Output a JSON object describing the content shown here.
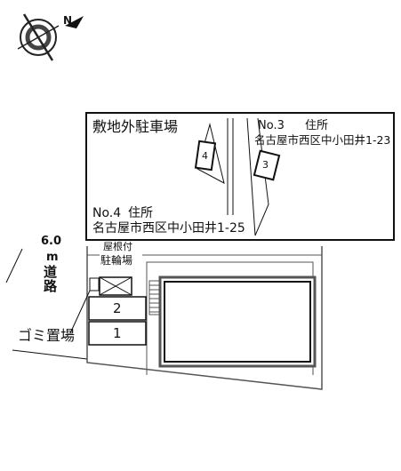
{
  "compass": {
    "label": "N",
    "icon": "compass-icon"
  },
  "offsite": {
    "title": "敷地外駐車場",
    "lot3": {
      "number": "No.3",
      "address_label": "住所",
      "address": "名古屋市西区中小田井1-23",
      "slot": "3"
    },
    "lot4": {
      "number": "No.4",
      "address_label": "住所",
      "address": "名古屋市西区中小田井1-25",
      "slot": "4"
    }
  },
  "road": {
    "width": "6.0",
    "unit": "m",
    "label": "道路"
  },
  "bike_parking": {
    "line1": "屋根付",
    "line2": "駐輪場"
  },
  "parking": {
    "slots": [
      "2",
      "1"
    ]
  },
  "garbage": {
    "label": "ゴミ置場"
  },
  "colors": {
    "line": "#111111",
    "building": "#555555",
    "background": "#ffffff"
  }
}
